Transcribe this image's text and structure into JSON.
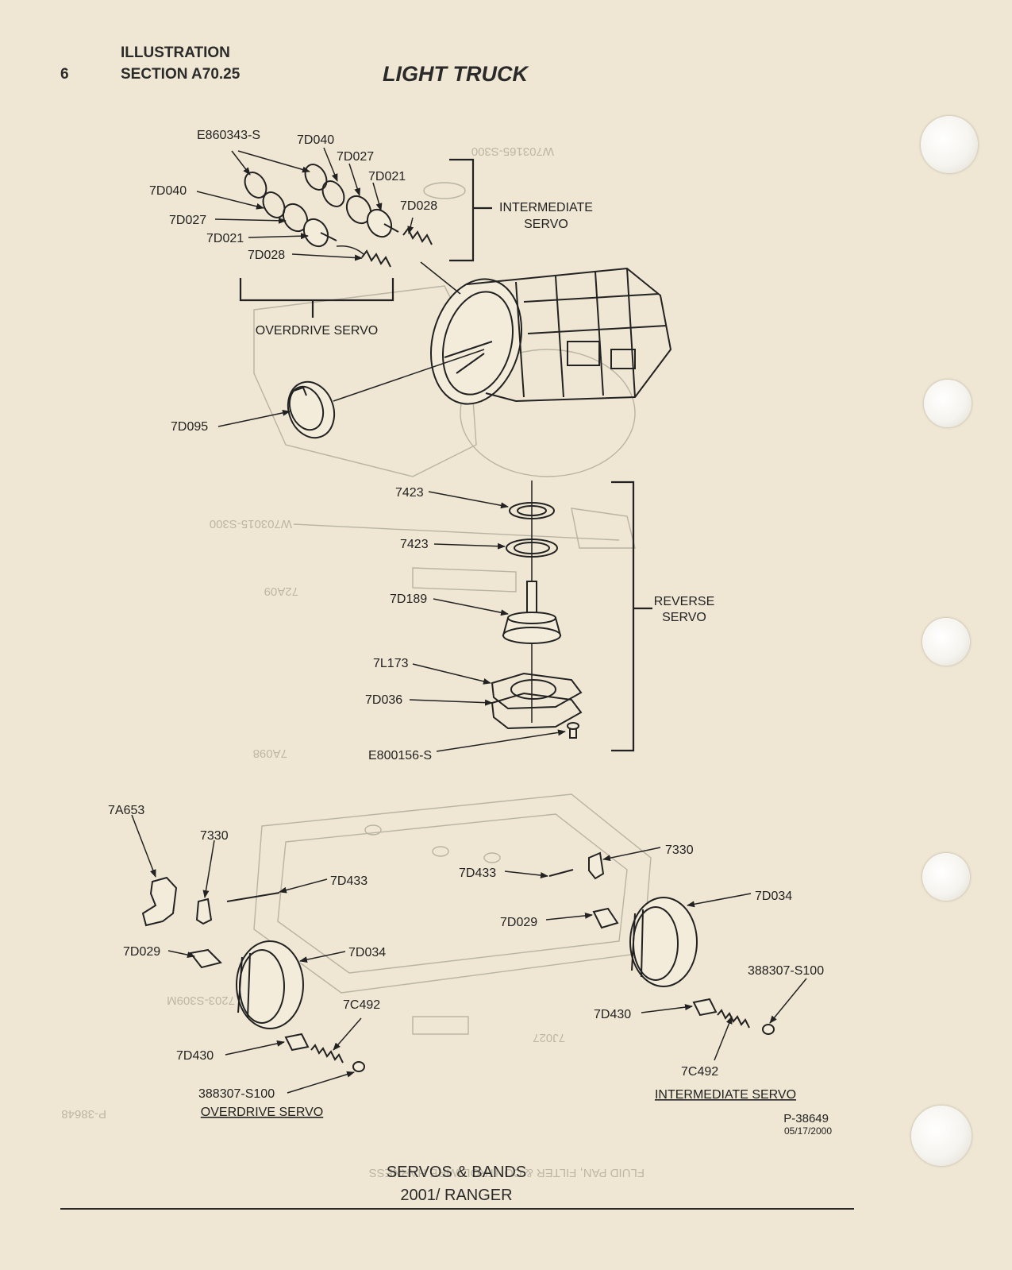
{
  "header": {
    "page_number": "6",
    "illustration_label": "ILLUSTRATION",
    "section_label": "SECTION A70.25",
    "title": "LIGHT TRUCK"
  },
  "callouts": {
    "e860343s": "E860343-S",
    "d040_upper": "7D040",
    "d027_upper": "7D027",
    "d021_upper": "7D021",
    "d028_upper": "7D028",
    "d040_lower": "7D040",
    "d027_lower": "7D027",
    "d021_lower": "7D021",
    "d028_lower": "7D028",
    "d095": "7D095",
    "r7423_upper": "7423",
    "r7423_lower": "7423",
    "d189": "7D189",
    "l173": "7L173",
    "d036": "7D036",
    "e800156s": "E800156-S",
    "a653": "7A653",
    "b7330_left": "7330",
    "d433_left": "7D433",
    "d029_left": "7D029",
    "d034_left": "7D034",
    "c492_left": "7C492",
    "d430_left": "7D430",
    "s100_left": "388307-S100",
    "d433_right": "7D433",
    "b7330_right": "7330",
    "d034_right": "7D034",
    "d029_right": "7D029",
    "s100_right": "388307-S100",
    "d430_right": "7D430",
    "c492_right": "7C492"
  },
  "group_labels": {
    "intermediate_servo_top_line1": "INTERMEDIATE",
    "intermediate_servo_top_line2": "SERVO",
    "overdrive_servo_top": "OVERDRIVE SERVO",
    "reverse_servo_line1": "REVERSE",
    "reverse_servo_line2": "SERVO",
    "overdrive_servo_bottom": "OVERDRIVE SERVO",
    "intermediate_servo_bottom": "INTERMEDIATE SERVO"
  },
  "figure_id": {
    "number": "P-38649",
    "date": "05/17/2000"
  },
  "footer": {
    "line1": "SERVOS & BANDS",
    "line2": "2001/ RANGER"
  },
  "colors": {
    "paper": "#efe7d3",
    "ink": "#222222",
    "bleed_through": "#b9b3a4"
  }
}
